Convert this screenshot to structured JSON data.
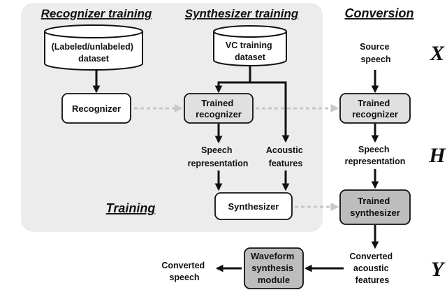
{
  "headers": {
    "recognizer_training": "Recognizer training",
    "synthesizer_training": "Synthesizer training",
    "conversion": "Conversion",
    "training": "Training"
  },
  "datasets": {
    "labeled": [
      "(Labeled/unlabeled)",
      "dataset"
    ],
    "vc_training": [
      "VC training",
      "dataset"
    ]
  },
  "boxes": {
    "recognizer": [
      "Recognizer"
    ],
    "trained_recognizer": [
      "Trained",
      "recognizer"
    ],
    "synthesizer": [
      "Synthesizer"
    ],
    "conv_trained_recognizer": [
      "Trained",
      "recognizer"
    ],
    "trained_synthesizer": [
      "Trained",
      "synthesizer"
    ],
    "waveform_module": [
      "Waveform",
      "synthesis",
      "module"
    ]
  },
  "labels": {
    "speech_representation": [
      "Speech",
      "representation"
    ],
    "acoustic_features": [
      "Acoustic",
      "features"
    ],
    "source_speech": [
      "Source",
      "speech"
    ],
    "conv_speech_representation": [
      "Speech",
      "representation"
    ],
    "converted_acoustic_features": [
      "Converted",
      "acoustic",
      "features"
    ],
    "converted_speech": [
      "Converted",
      "speech"
    ]
  },
  "symbols": {
    "x": "X",
    "h": "H",
    "y": "Y"
  },
  "colors": {
    "panel": "#ececec",
    "box_white": "#ffffff",
    "box_light": "#e0e0e0",
    "box_dark": "#bdbdbd",
    "dotted_arrow": "#c8c8c8",
    "stroke": "#111111"
  }
}
